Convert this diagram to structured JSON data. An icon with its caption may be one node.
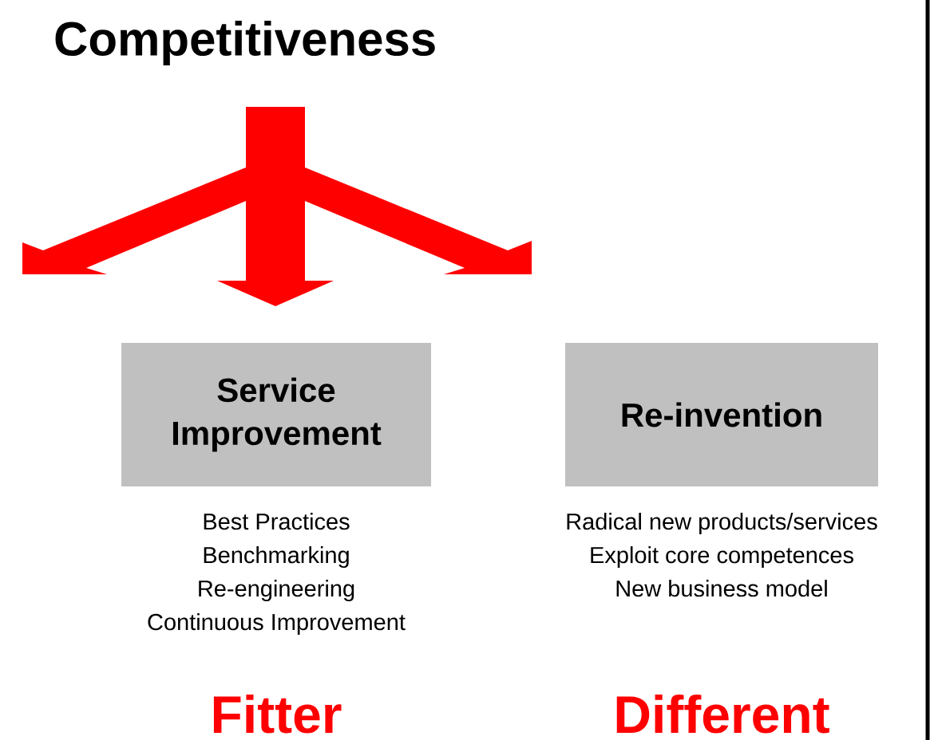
{
  "diagram": {
    "title": "Competitiveness",
    "nodes": [
      {
        "text": [
          "Service Improvement"
        ],
        "beside": [
          "Best Practices",
          "Benchmarking",
          "Re-engineering",
          "Continuous Improvement",
          "Fitter"
        ]
      },
      {
        "text": [
          "Re-invention"
        ],
        "beside": [
          "Radical new products/services",
          "Exploit core competences",
          "New business model",
          "Different"
        ]
      }
    ]
  }
}
